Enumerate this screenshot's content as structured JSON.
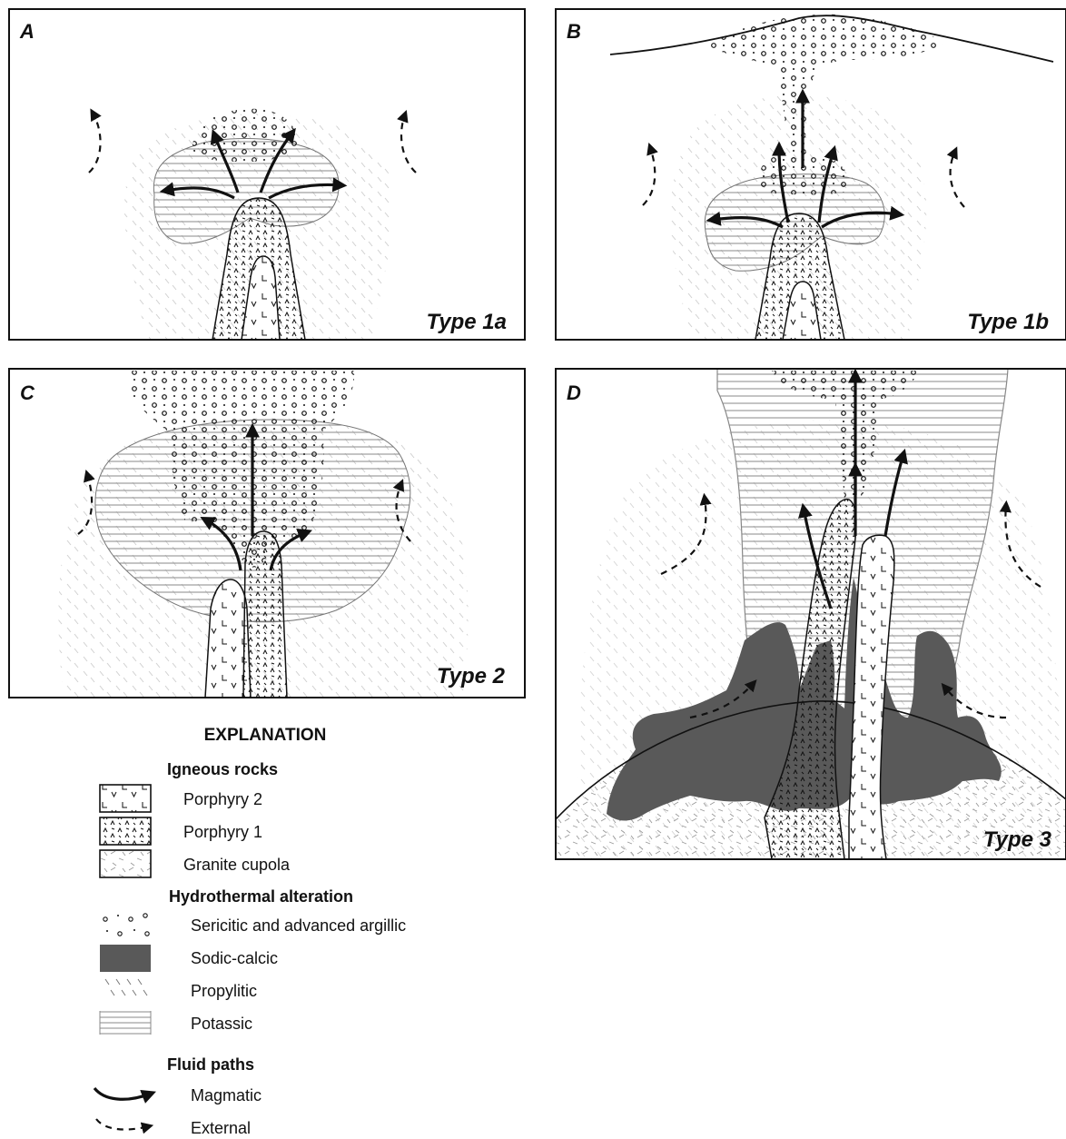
{
  "panels": [
    {
      "letter": "A",
      "type": "Type 1a"
    },
    {
      "letter": "B",
      "type": "Type 1b"
    },
    {
      "letter": "C",
      "type": "Type 2"
    },
    {
      "letter": "D",
      "type": "Type 3"
    }
  ],
  "explanation": {
    "title": "EXPLANATION",
    "groups": [
      {
        "heading": "Igneous rocks",
        "items": [
          "Porphyry 2",
          "Porphyry 1",
          "Granite cupola"
        ]
      },
      {
        "heading": "Hydrothermal alteration",
        "items": [
          "Sericitic and advanced argillic",
          "Sodic-calcic",
          "Propylitic",
          "Potassic"
        ]
      },
      {
        "heading": "Fluid paths",
        "items": [
          "Magmatic",
          "External"
        ]
      }
    ]
  },
  "colors": {
    "sodic_calcic": "#595959",
    "line": "#111111",
    "potassic": "#9a9a9a"
  }
}
